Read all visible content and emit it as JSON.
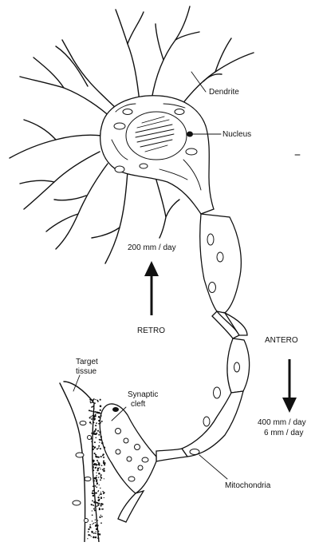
{
  "labels": {
    "dendrite": "Dendrite",
    "nucleus": "Nucleus",
    "rate_retro": "200 mm / day",
    "retro": "RETRO",
    "antero": "ANTERO",
    "rate_antero_fast": "400 mm / day",
    "rate_antero_slow": "6 mm / day",
    "target_line1": "Target",
    "target_line2": "tissue",
    "synaptic_line1": "Synaptic",
    "synaptic_line2": "cleft",
    "mitochondria": "Mitochondria"
  }
}
